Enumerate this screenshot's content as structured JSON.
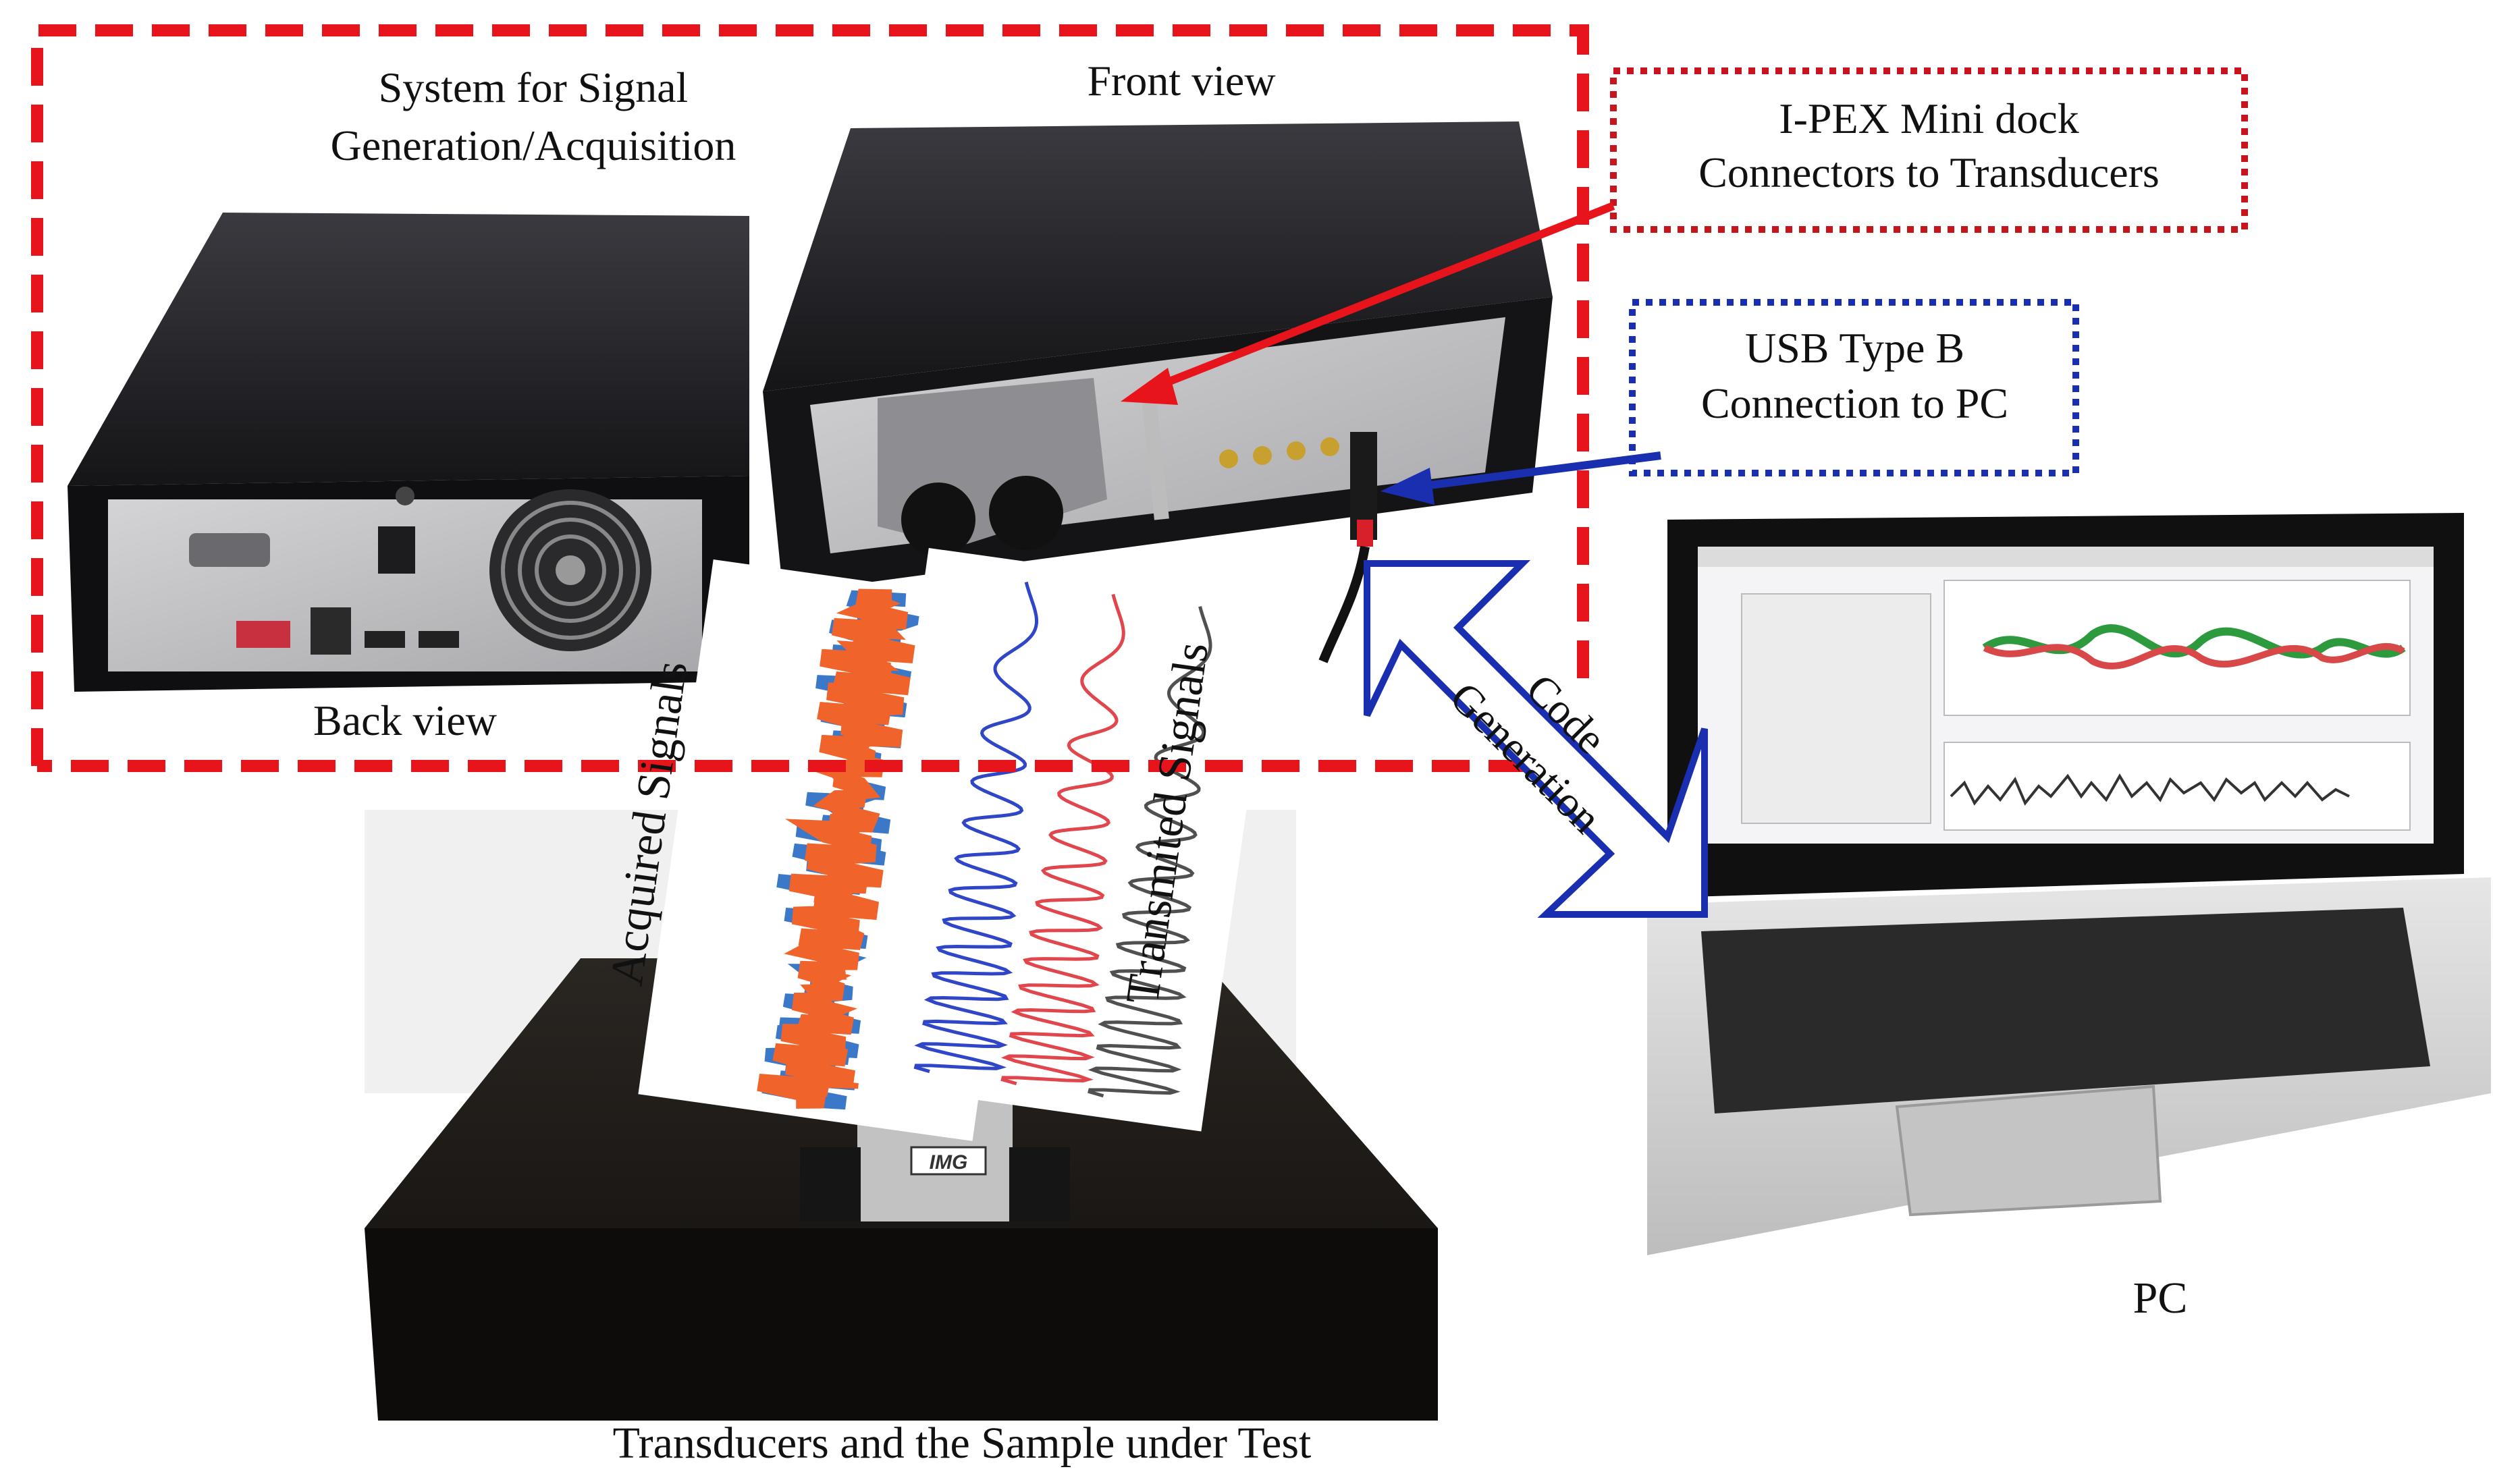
{
  "labels": {
    "system_title_line1": "System for Signal",
    "system_title_line2": "Generation/Acquisition",
    "front_view": "Front view",
    "back_view": "Back view",
    "ipex_line1": "I-PEX Mini dock",
    "ipex_line2": "Connectors to Transducers",
    "usb_line1": "USB Type B",
    "usb_line2": "Connection to PC",
    "code_line1": "Code",
    "code_line2": "Generation",
    "acquired": "Acquired Signals",
    "transmitted": "Transmited Signals",
    "sample_caption": "Transducers and the Sample under Test",
    "pc_caption": "PC",
    "probe_brand": "IMG"
  },
  "colors": {
    "system_box": "#e8141c",
    "ipex_box": "#c8141c",
    "usb_box": "#1a2fb0",
    "arrow_red": "#e8141c",
    "arrow_blue": "#1a2fb0",
    "acquired_blue": "#3c78c8",
    "acquired_orange": "#f0642c",
    "tx_blue": "#3046c8",
    "tx_red": "#e0464c",
    "tx_gray": "#505050"
  }
}
